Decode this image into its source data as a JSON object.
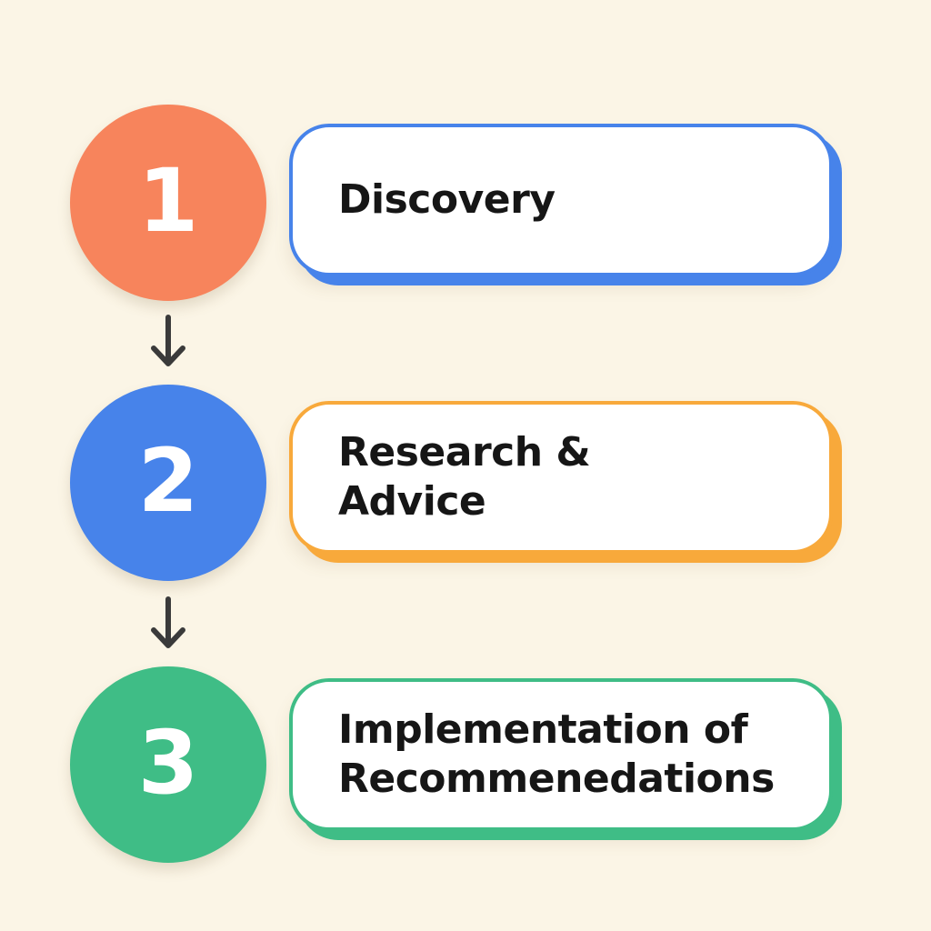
{
  "steps": [
    {
      "number": "1",
      "label": "Discovery",
      "circle_color": "#f7845c",
      "card_color": "#4783ea"
    },
    {
      "number": "2",
      "label": "Research &\nAdvice",
      "circle_color": "#4783ea",
      "card_color": "#f8a93b"
    },
    {
      "number": "3",
      "label": "Implementation of\nRecommenedations",
      "circle_color": "#3fbd86",
      "card_color": "#3fbd86"
    }
  ],
  "arrow_color": "#3a3a3a",
  "arrow_icon": "arrow-down-icon"
}
